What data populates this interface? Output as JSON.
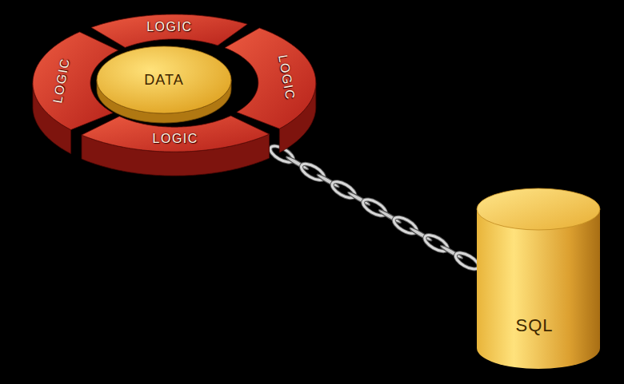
{
  "diagram": {
    "nodes": [
      {
        "text": [
          "LOGIC"
        ]
      },
      {
        "text": [
          "LOGIC"
        ]
      },
      {
        "text": [
          "DATA"
        ]
      },
      {
        "text": [
          "LOGIC"
        ]
      },
      {
        "text": [
          "LOGIC"
        ]
      },
      {
        "text": [
          "SQL"
        ]
      }
    ],
    "edges": [
      {
        "from": 4,
        "to": 5,
        "arrow": "none"
      }
    ]
  }
}
